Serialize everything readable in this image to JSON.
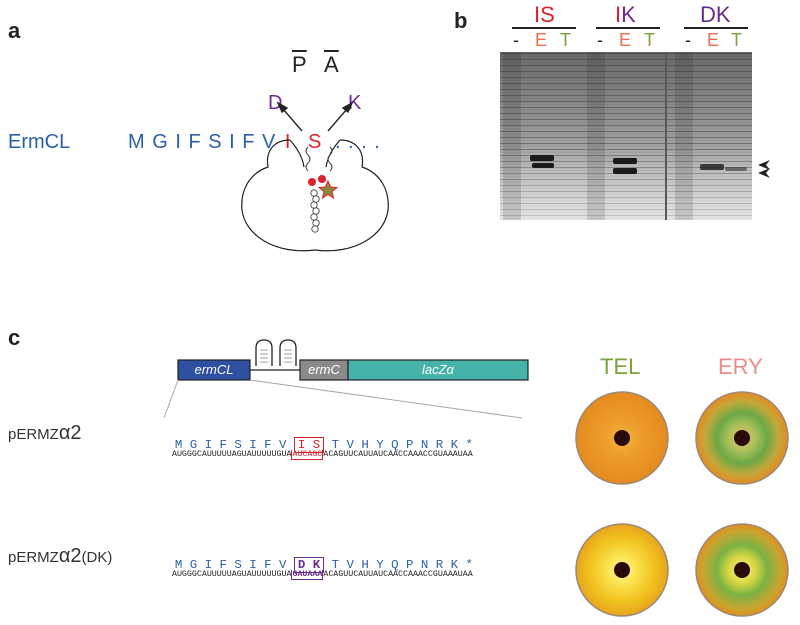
{
  "panels": {
    "a": "a",
    "b": "b",
    "c": "c"
  },
  "panel_a": {
    "peptide_name": "ErmCL",
    "sequence_leading": "M G I F S I F V",
    "residue_I": "I",
    "residue_S": "S",
    "sequence_trailing": ". . . .",
    "site_P": "P",
    "site_A": "A",
    "mut_D": "D",
    "mut_K": "K",
    "colors": {
      "blue": "#2b5fa8",
      "red": "#e0202a",
      "purple": "#6a2c91"
    }
  },
  "panel_b": {
    "groups": [
      {
        "name": "IS",
        "color": "#e0202a",
        "lanes": [
          "-",
          "E",
          "T"
        ]
      },
      {
        "name": "IK",
        "color_first": "#e0202a",
        "first": "I",
        "color_second": "#6a2c91",
        "second": "K",
        "lanes": [
          "-",
          "E",
          "T"
        ]
      },
      {
        "name": "DK",
        "color": "#6a2c91",
        "lanes": [
          "-",
          "E",
          "T"
        ]
      }
    ],
    "lane_colors": {
      "-": "#222222",
      "E": "#ef6b4b",
      "T": "#7aa23a"
    },
    "ig1": "I",
    "ig2": "K"
  },
  "panel_c": {
    "construct": {
      "ermcl": "ermCL",
      "ermc": "ermC",
      "lacz": "lacZα"
    },
    "rows": [
      {
        "plasmid_prefix": "pERMZ",
        "plasmid_suffix": "α2",
        "plasmid_extra": "",
        "aa_before": "M G I F S I F V ",
        "aa_box": "I S",
        "aa_after": " T V H Y Q P N R K *",
        "nt_before": "AUGGGCAUUUUUAGUAUUUUUGUA",
        "nt_box": "AUCAGC",
        "nt_after": "ACAGUUCAUUAUCAACCAAACCGUAAAUAA",
        "box_color": "#e0202a"
      },
      {
        "plasmid_prefix": "pERMZ",
        "plasmid_suffix": "α2",
        "plasmid_extra": "(DK)",
        "aa_before": "M G I F S I F V ",
        "aa_box": "D K",
        "aa_after": " T V H Y Q P N R K *",
        "nt_before": "AUGGGCAUUUUUAGUAUUUUUGUA",
        "nt_box": "GAUAAA",
        "nt_after": "ACAGUUCAUUAUCAACCAAACCGUAAAUAA",
        "box_color": "#6a2c91"
      }
    ],
    "plates": {
      "tel": "TEL",
      "ery": "ERY",
      "tel_color": "#7aa23a",
      "ery_color": "#ef8a8a"
    }
  }
}
